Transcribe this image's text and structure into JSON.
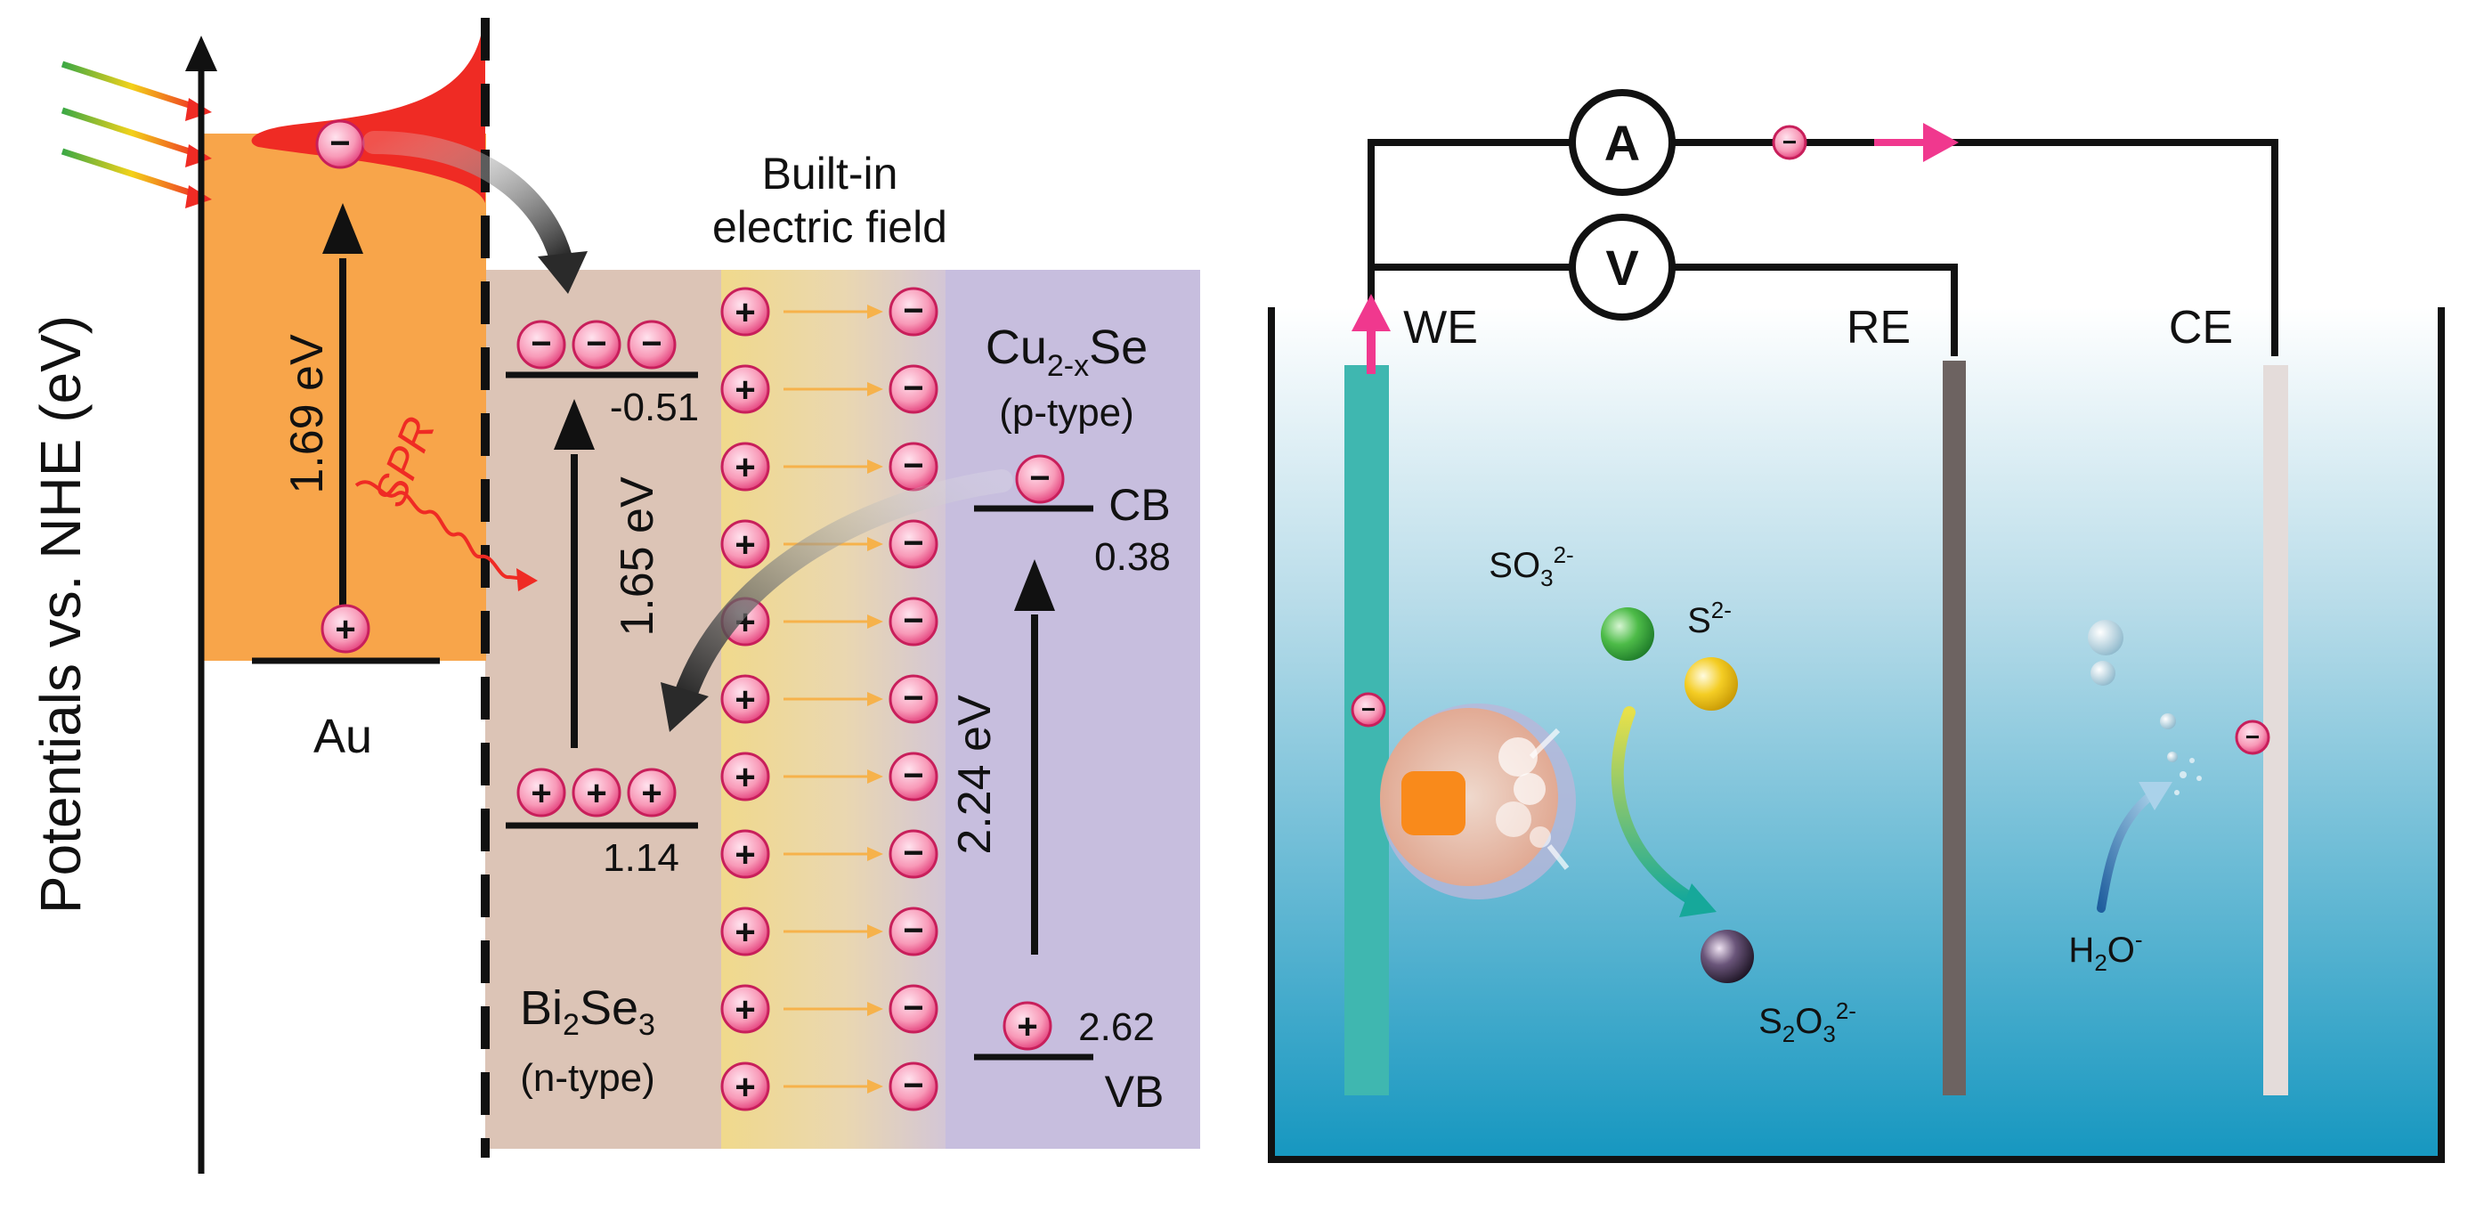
{
  "left_panel": {
    "y_axis_label": "Potentials vs. NHE (eV)",
    "au": {
      "label": "Au",
      "gap_label": "1.69 eV",
      "spr_label": "SPR",
      "electron_symbol": "−",
      "hole_symbol": "+"
    },
    "junction": {
      "title_line1": "Built-in",
      "title_line2": "electric field",
      "plus_symbol": "+",
      "minus_symbol": "−",
      "row_count_shown": 11
    },
    "bi2se3": {
      "name_main": "Bi",
      "name_sub1": "2",
      "name_mid": "Se",
      "name_sub2": "3",
      "type_label": "(n-type)",
      "cb_value": "-0.51",
      "vb_value": "1.14",
      "gap_label": "1.65 eV"
    },
    "cu2xse": {
      "name_main": "Cu",
      "name_sub": "2-x",
      "name_end": "Se",
      "type_label": "(p-type)",
      "cb_label": "CB",
      "cb_value": "0.38",
      "vb_label": "VB",
      "vb_value": "2.62",
      "gap_label": "2.24 eV"
    },
    "colors": {
      "au_orange": "#f8a54a",
      "spr_red": "#ef2b24",
      "bi2se3_bg": "#dcc4b6",
      "junction_yellow": "#f3dc9a",
      "cu2xse_bg": "#c7bede",
      "field_arrow": "#f6b24b",
      "charge_pink": "#f45a8f"
    }
  },
  "right_panel": {
    "ammeter_label": "A",
    "voltmeter_label": "V",
    "electrode_we": "WE",
    "electrode_re": "RE",
    "electrode_ce": "CE",
    "so3_base": "SO",
    "so3_sub": "3",
    "so3_sup": "2-",
    "s_base": "S",
    "s_sup": "2-",
    "s2o3_base1": "S",
    "s2o3_sub1": "2",
    "s2o3_base2": "O",
    "s2o3_sub2": "3",
    "s2o3_sup": "2-",
    "h2o_base1": "H",
    "h2o_sub": "2",
    "h2o_base2": "O",
    "h2o_sup": "-",
    "electron_symbol": "−",
    "colors": {
      "electrolyte_top": "#ffffff",
      "electrolyte_bottom": "#1a9bc2",
      "we_electrode": "#3fb7b0",
      "re_electrode": "#6d6361",
      "ce_electrode": "#e4dcda",
      "current_arrow": "#f0388e",
      "so3_sphere": "#3aa845",
      "s_sphere": "#f2c619",
      "s2o3_sphere": "#4a3a52"
    }
  }
}
